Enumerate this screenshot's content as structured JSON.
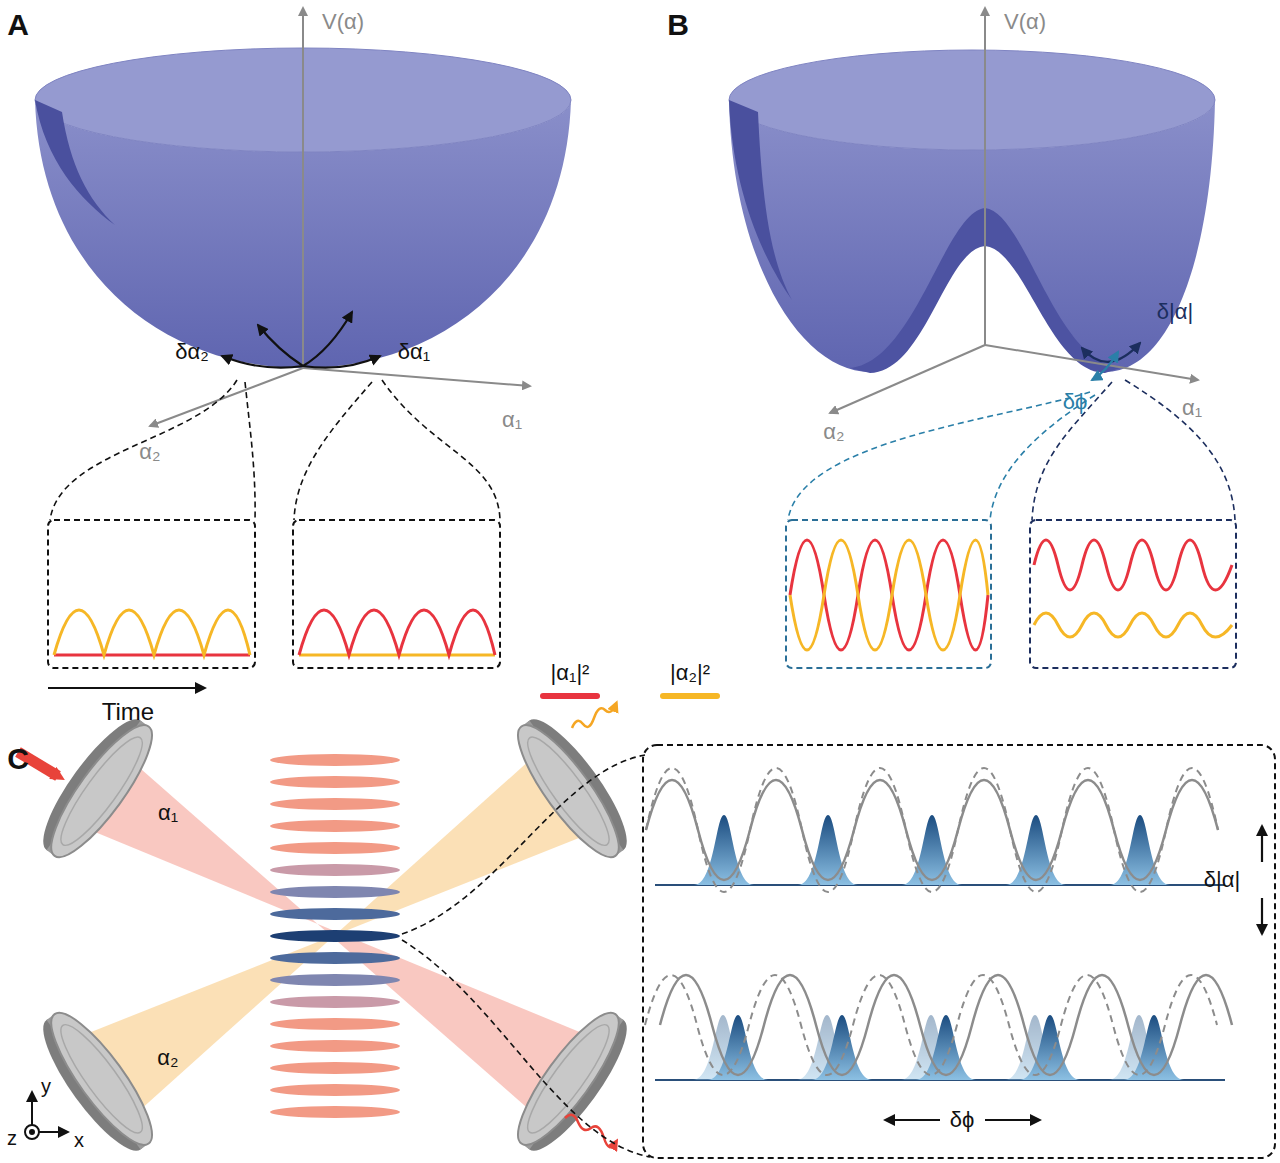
{
  "diagram": {
    "labels": [
      "A",
      "V(α)",
      "B",
      "V(α)",
      "δα₂",
      "δα₁",
      "α₁",
      "α₂",
      "δ|α|",
      "δϕ",
      "α₁",
      "α₂",
      "Time",
      "C",
      "α₁",
      "α₂",
      "δ|α|",
      "δϕ",
      "y",
      "z",
      "x"
    ],
    "legend": [
      {
        "text": "|α₁|²",
        "color": "#e8343f"
      },
      {
        "text": "|α₂|²",
        "color": "#f6b726"
      }
    ]
  }
}
